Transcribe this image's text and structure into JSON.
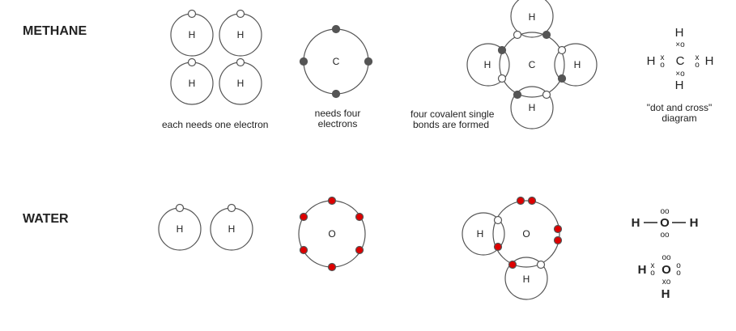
{
  "colors": {
    "shell": "#555555",
    "shared_electron": "#555555",
    "hydrogen_electron": "#ffffff",
    "oxygen_electron": "#dd0000"
  },
  "methane": {
    "title": "METHANE",
    "h_atom_label": "H",
    "c_atom_label": "C",
    "caption_h": "each needs one electron",
    "caption_c": [
      "needs four",
      "electrons"
    ],
    "caption_bonds": [
      "four covalent single",
      "bonds are formed"
    ],
    "dot_cross": {
      "top_h": "H",
      "mid": [
        "H",
        "C",
        "H"
      ],
      "bottom_h": "H",
      "mark_xo": "×o",
      "mark_x": "x",
      "mark_o": "o"
    },
    "caption_dot_cross": [
      "\"dot and cross\"",
      "diagram"
    ]
  },
  "water": {
    "title": "WATER",
    "h_atom_label": "H",
    "o_atom_label": "O",
    "structural": {
      "left": "H",
      "center": "O",
      "right": "H",
      "bond": "—",
      "pair": "oo"
    },
    "dot_cross": {
      "h_top": "H",
      "o": "O",
      "h_bottom": "H",
      "pair": "oo",
      "xo": "xo",
      "x": "x",
      "o_mark": "o"
    }
  }
}
